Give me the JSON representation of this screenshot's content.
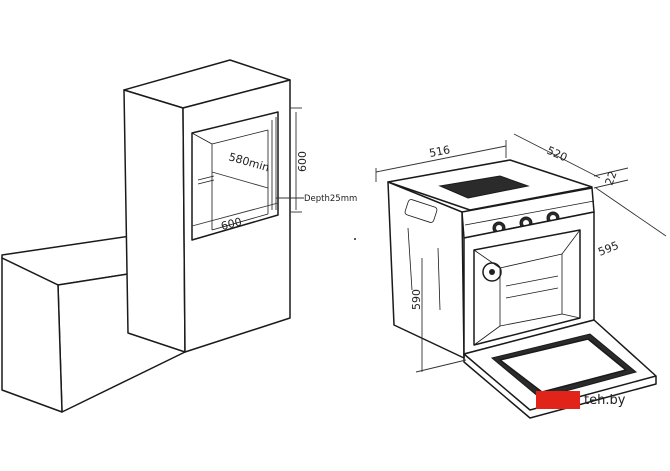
{
  "diagram": {
    "left_cabinet": {
      "dim_width_inner": "580min",
      "dim_height": "600",
      "dim_width_outer": "600",
      "dim_depth_note": "Depth25mm"
    },
    "oven": {
      "dim_top_width": "516",
      "dim_top_depth": "520",
      "dim_front_offset": "22",
      "dim_depth": "595",
      "dim_height": "590"
    }
  },
  "watermark": {
    "brand_text": "teh.by",
    "accent_color": "#e2231a"
  }
}
